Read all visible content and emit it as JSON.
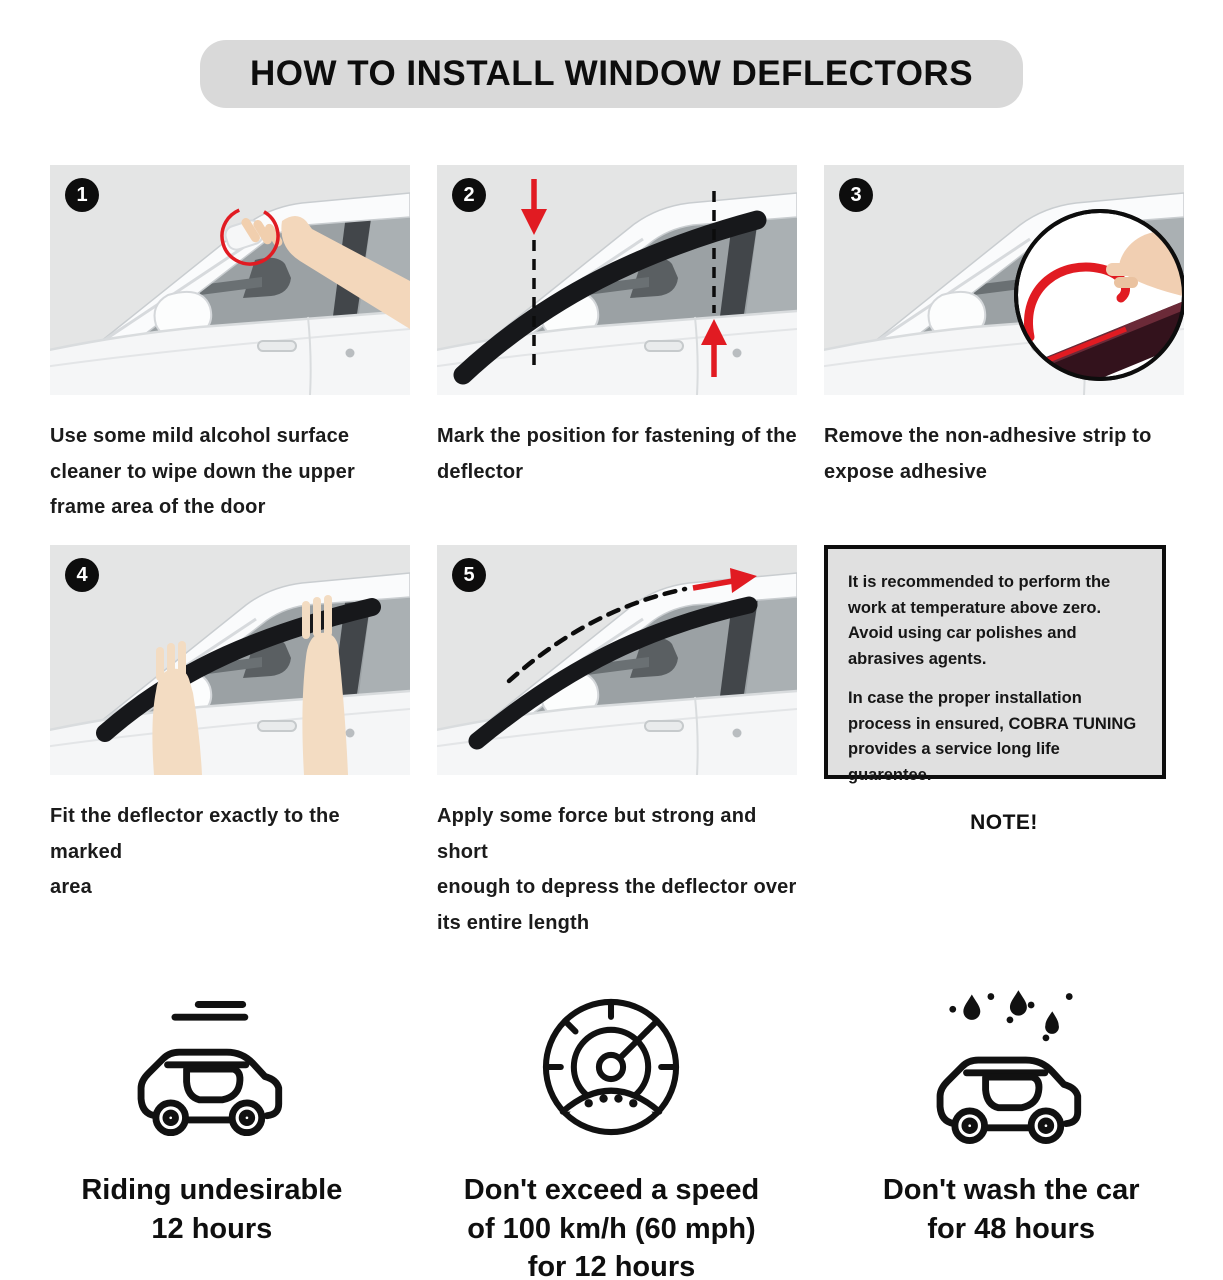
{
  "title": "HOW TO INSTALL WINDOW DEFLECTORS",
  "steps": [
    {
      "number": "1",
      "caption": "Use some mild alcohol surface\ncleaner to wipe down the upper\nframe area of the door"
    },
    {
      "number": "2",
      "caption": "Mark the position for fastening of the\ndeflector"
    },
    {
      "number": "3",
      "caption": "Remove the non-adhesive strip to\nexpose adhesive"
    },
    {
      "number": "4",
      "caption": "Fit the deflector exactly to the marked\narea"
    },
    {
      "number": "5",
      "caption": "Apply some force but strong and short\nenough to depress the deflector over\nits entire length"
    }
  ],
  "note": {
    "paragraphs": [
      "It is recommended to perform the\nwork at temperature above zero.\nAvoid using car polishes and\nabrasives agents.",
      "In case the proper installation\nprocess in ensured, COBRA TUNING\nprovides a service long life guarentee."
    ],
    "label": "NOTE!"
  },
  "warnings": [
    {
      "icon": "car-speed-icon",
      "caption": "Riding undesirable\n12 hours"
    },
    {
      "icon": "speedometer-icon",
      "caption": "Don't exceed a speed\nof 100 km/h (60 mph)\nfor 12 hours"
    },
    {
      "icon": "car-wash-icon",
      "caption": "Don't wash the car\nfor 48 hours"
    }
  ],
  "colors": {
    "accent_red": "#e11b22",
    "panel_bg": "#e4e5e5",
    "banner_bg": "#d9d9d9",
    "note_bg": "#e0e0e0",
    "ink": "#0d0d0d"
  }
}
